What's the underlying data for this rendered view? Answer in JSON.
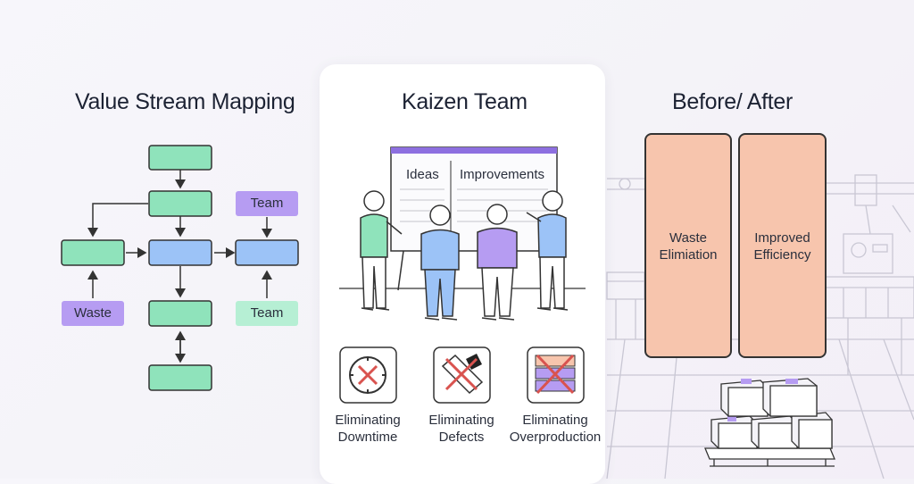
{
  "sections": {
    "vsm_title": "Value Stream Mapping",
    "kaizen_title": "Kaizen Team",
    "before_after_title": "Before/ After"
  },
  "vsm": {
    "team_top": "Team",
    "waste": "Waste",
    "team_bottom": "Team"
  },
  "kaizen": {
    "board_ideas": "Ideas",
    "board_improvements": "Improvements",
    "icons": [
      {
        "line1": "Eliminating",
        "line2": "Downtime"
      },
      {
        "line1": "Eliminating",
        "line2": "Defects"
      },
      {
        "line1": "Eliminating",
        "line2": "Overproduction"
      }
    ]
  },
  "before_after": {
    "left_line1": "Waste",
    "left_line2": "Elimiation",
    "right_line1": "Improved",
    "right_line2": "Efficiency"
  },
  "colors": {
    "green": "#8fe3bb",
    "blue": "#9cc3f7",
    "purple": "#b69cf2",
    "mint": "#b6efd4",
    "peach": "#f7c5ad",
    "accent_purple": "#8d6fe0",
    "red": "#d9534f"
  }
}
